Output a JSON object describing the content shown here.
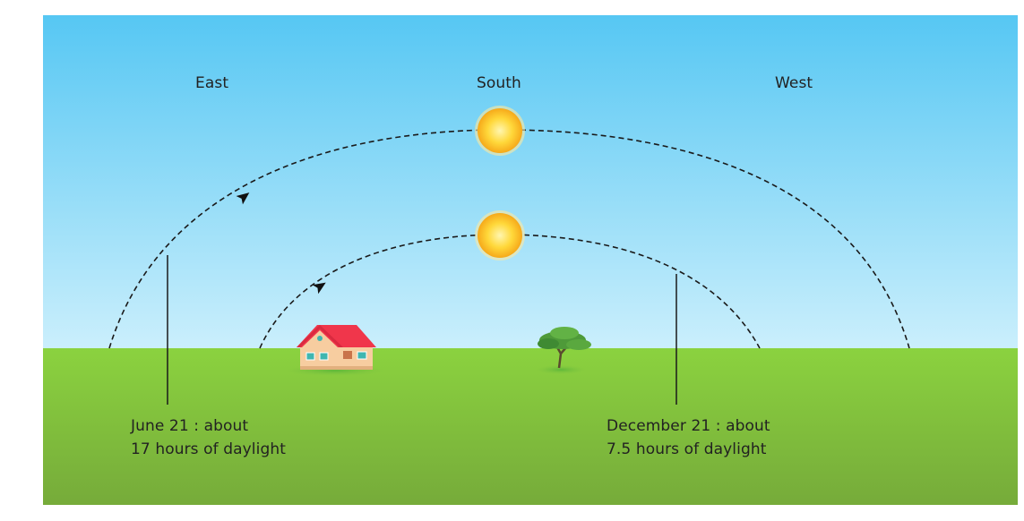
{
  "directions": {
    "east": "East",
    "south": "South",
    "west": "West"
  },
  "captions": {
    "june": {
      "line1": "June 21 : about",
      "line2": "17 hours of daylight"
    },
    "december": {
      "line1": "December 21 : about",
      "line2": "7.5 hours of daylight"
    }
  },
  "colors": {
    "sky_top": "#56c7f3",
    "sky_bottom": "#c9eefb",
    "ground_top": "#8bd13f",
    "ground_bottom": "#79b03a",
    "sun": "#ffc81f",
    "house_roof": "#f0364b",
    "house_wall": "#f7cda0",
    "tree": "#4f9a3a"
  },
  "icons": {
    "sun": "sun-icon",
    "house": "house-icon",
    "tree": "tree-icon",
    "arrow": "arrowhead-icon"
  }
}
